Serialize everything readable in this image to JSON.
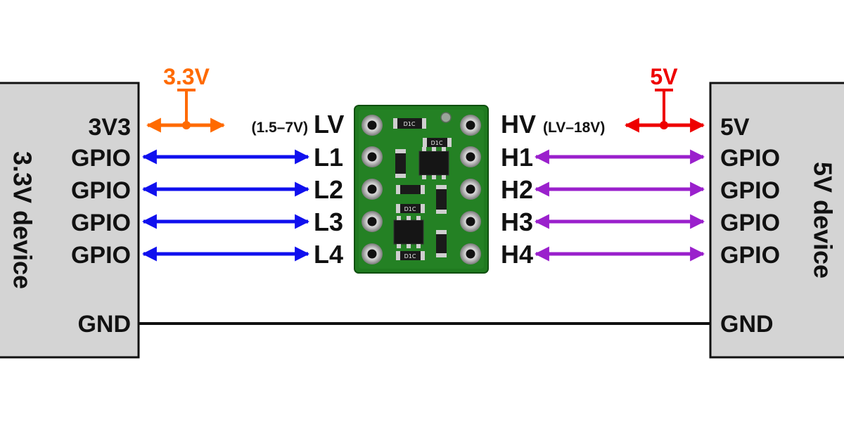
{
  "left_device": {
    "name": "3.3V device",
    "pins": [
      "3V3",
      "GPIO",
      "GPIO",
      "GPIO",
      "GPIO"
    ],
    "gnd": "GND"
  },
  "right_device": {
    "name": "5V device",
    "pins": [
      "5V",
      "GPIO",
      "GPIO",
      "GPIO",
      "GPIO"
    ],
    "gnd": "GND"
  },
  "supply_left": {
    "label": "3.3V",
    "color": "#ff6a00"
  },
  "supply_right": {
    "label": "5V",
    "color": "#ee0000"
  },
  "shifter": {
    "low_labels": [
      "LV",
      "L1",
      "L2",
      "L3",
      "L4"
    ],
    "high_labels": [
      "HV",
      "H1",
      "H2",
      "H3",
      "H4"
    ],
    "lv_range": "(1.5–7V)",
    "hv_range": "(LV–18V)",
    "board_color": "#1f7a1f",
    "chip_marking": "D1C"
  },
  "colors": {
    "low_signal": "#1010ee",
    "high_signal": "#9a20cc",
    "device_fill": "#d4d4d4",
    "ground_wire": "#111111"
  }
}
